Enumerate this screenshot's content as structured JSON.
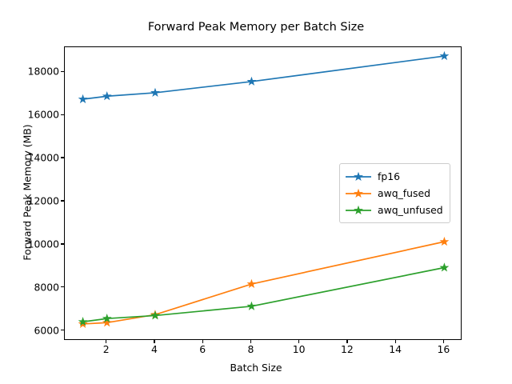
{
  "chart_data": {
    "type": "line",
    "title": "Forward Peak Memory per Batch Size",
    "xlabel": "Batch Size",
    "ylabel": "Forward Peak Memory (MB)",
    "x": [
      1,
      2,
      4,
      8,
      16
    ],
    "xlim": [
      0.25,
      16.75
    ],
    "ylim": [
      5550,
      19150
    ],
    "xticks": [
      2,
      4,
      6,
      8,
      10,
      12,
      14,
      16
    ],
    "xticklabels": [
      "2",
      "4",
      "6",
      "8",
      "10",
      "12",
      "14",
      "16"
    ],
    "yticks": [
      6000,
      8000,
      10000,
      12000,
      14000,
      16000,
      18000
    ],
    "yticklabels": [
      "6000",
      "8000",
      "10000",
      "12000",
      "14000",
      "16000",
      "18000"
    ],
    "grid": false,
    "legend_position": "center right",
    "marker": "star",
    "series": [
      {
        "name": "fp16",
        "color": "#1f77b4",
        "values": [
          16740,
          16880,
          17040,
          17560,
          18740
        ]
      },
      {
        "name": "awq_fused",
        "color": "#ff7f0e",
        "values": [
          6330,
          6390,
          6760,
          8180,
          10140
        ]
      },
      {
        "name": "awq_unfused",
        "color": "#2ca02c",
        "values": [
          6430,
          6580,
          6720,
          7150,
          8940
        ]
      }
    ]
  }
}
